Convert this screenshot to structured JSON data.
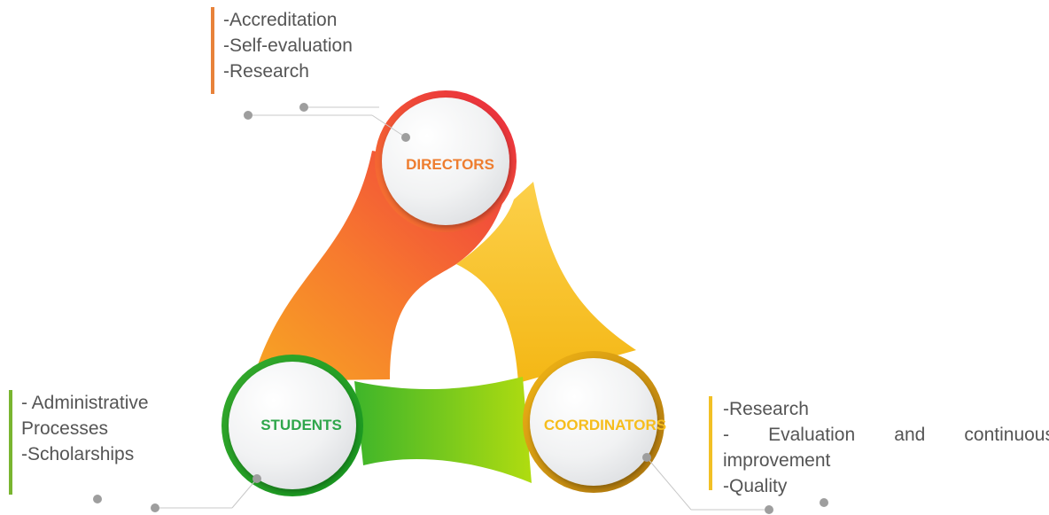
{
  "nodes": {
    "directors": {
      "label": "DIRECTORS",
      "ring_color": "#e83e3e",
      "label_color": "#ee7d2f"
    },
    "students": {
      "label": "STUDENTS",
      "ring_color": "#22a02e",
      "label_color": "#2fa64b"
    },
    "coordinators": {
      "label": "COORDINATORS",
      "ring_color": "#b8860b",
      "label_color": "#f6bd1c"
    }
  },
  "directors_notes": {
    "line1": "-Accreditation",
    "line2": "-Self-evaluation",
    "line3": "-Research"
  },
  "students_notes": {
    "line1": "- Administrative",
    "line2": "Processes",
    "line3": "-Scholarships"
  },
  "coordinators_notes": {
    "line1": "-Research",
    "line2_words": [
      "-",
      "Evaluation",
      "and",
      "continuous"
    ],
    "line3": "improvement",
    "line4": "-Quality"
  },
  "colors": {
    "orange": "#f5842a",
    "red": "#ef3b3f",
    "yellow": "#fbc52a",
    "green": "#3fb52b",
    "lime": "#a6d911",
    "connector_gray": "#9e9e9e"
  }
}
